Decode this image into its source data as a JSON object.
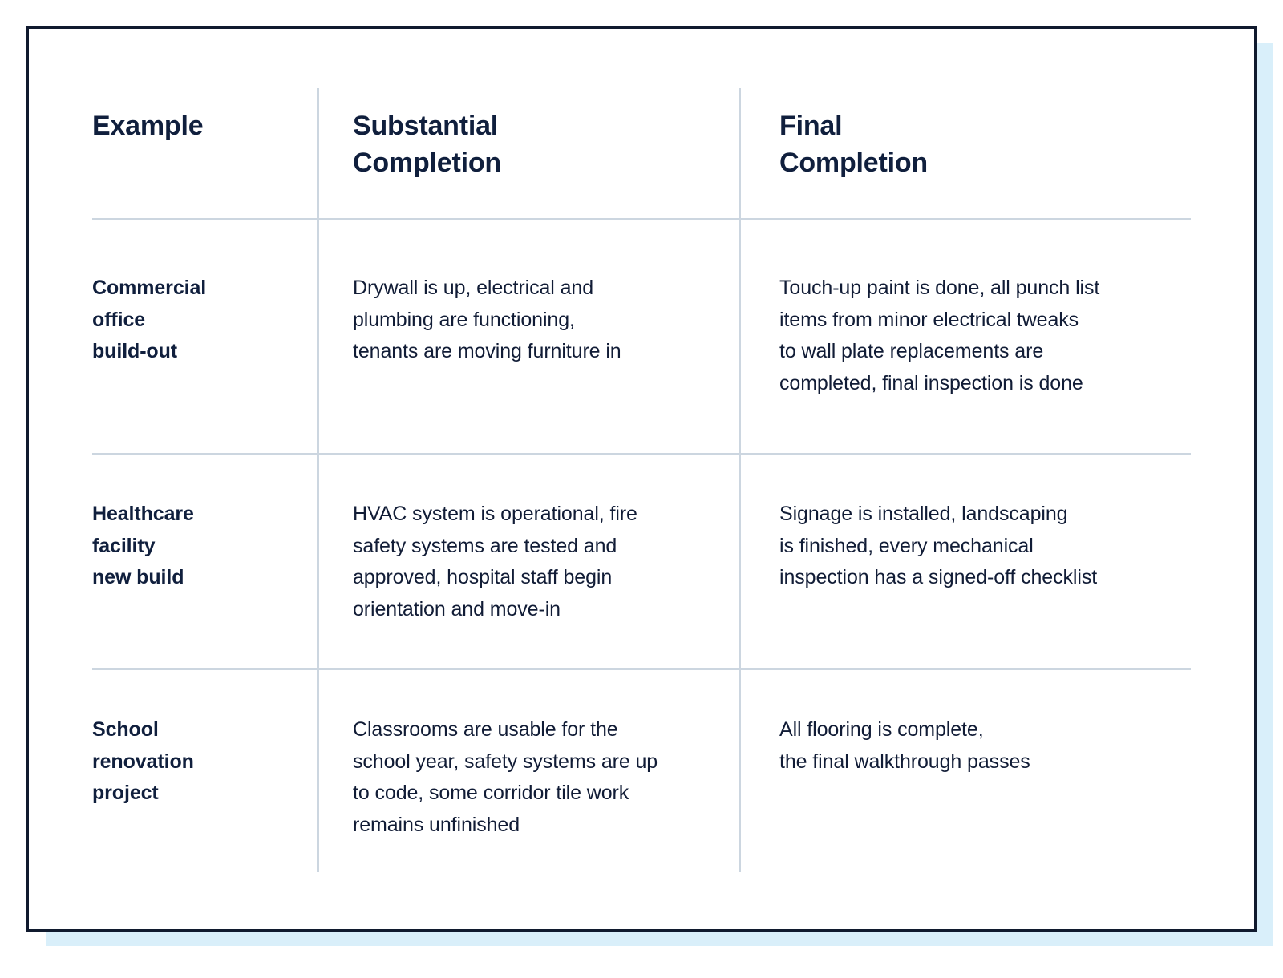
{
  "card": {
    "border_color": "#101a2e",
    "shadow_color": "#d9effa",
    "divider_color": "#ccd6e0",
    "heading_color": "#101f3d",
    "body_color": "#111c36"
  },
  "table": {
    "columns": [
      {
        "key": "example",
        "header": "Example"
      },
      {
        "key": "substantial",
        "header": "Substantial\nCompletion"
      },
      {
        "key": "final",
        "header": "Final\nCompletion"
      }
    ],
    "rows": [
      {
        "example": "Commercial\noffice\nbuild-out",
        "substantial": "Drywall is up, electrical and\nplumbing are functioning,\ntenants are moving furniture in",
        "final": "Touch-up paint is done, all punch list\nitems from minor electrical tweaks\nto wall plate replacements are\ncompleted, final inspection is done"
      },
      {
        "example": "Healthcare\nfacility\nnew build",
        "substantial": "HVAC system is operational, fire\nsafety systems are tested and\napproved, hospital staff begin\norientation and move-in",
        "final": "Signage is installed, landscaping\nis finished, every mechanical\ninspection has a signed-off checklist"
      },
      {
        "example": "School\nrenovation\nproject",
        "substantial": "Classrooms are usable for the\nschool year, safety systems are up\nto code, some corridor tile work\nremains unfinished",
        "final": "All flooring is complete,\nthe final walkthrough passes"
      }
    ]
  }
}
